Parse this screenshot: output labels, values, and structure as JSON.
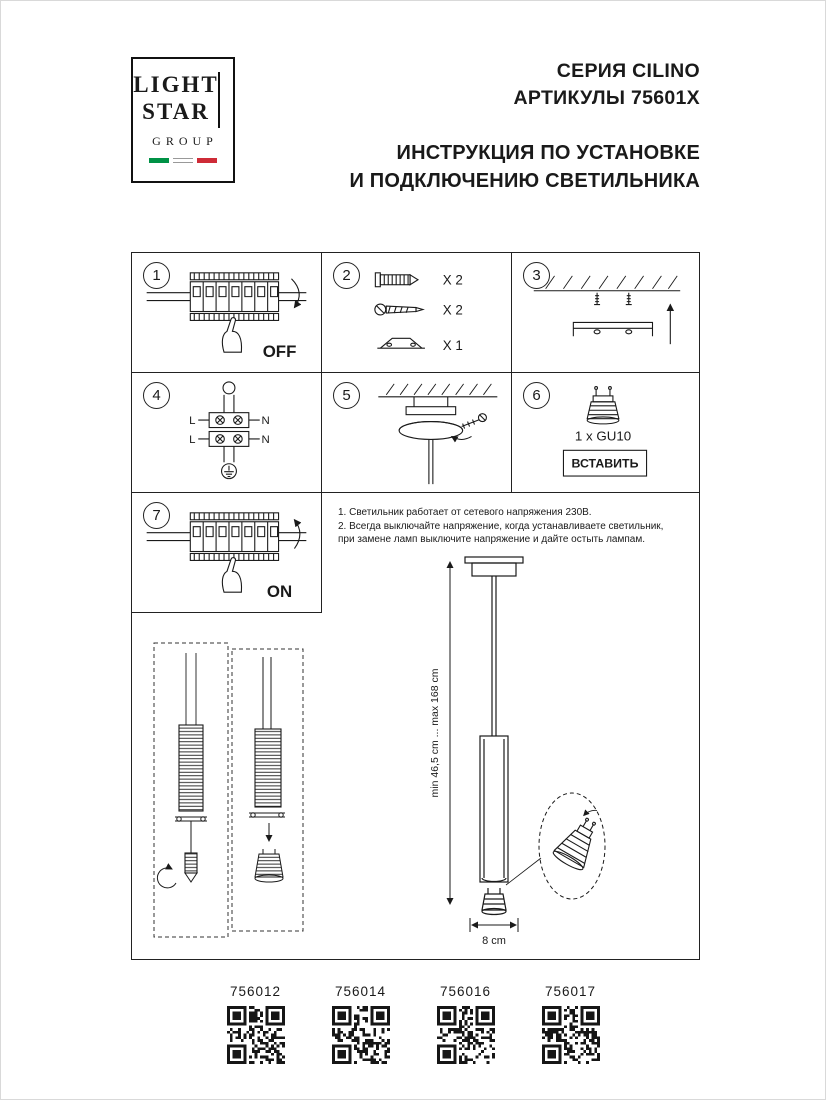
{
  "header": {
    "logo": {
      "line1": "LIGHT",
      "line2": "STAR",
      "line3": "GROUP"
    },
    "series": "СЕРИЯ CILINO",
    "articles": "АРТИКУЛЫ 75601X",
    "title_line1": "ИНСТРУКЦИЯ ПО УСТАНОВКЕ",
    "title_line2": "И ПОДКЛЮЧЕНИЮ СВЕТИЛЬНИКА"
  },
  "steps": {
    "s1": {
      "number": "1",
      "label": "OFF"
    },
    "s2": {
      "number": "2",
      "q1": "X 2",
      "q2": "X 2",
      "q3": "X 1"
    },
    "s3": {
      "number": "3"
    },
    "s4": {
      "number": "4",
      "l_top": "L",
      "n_top": "N",
      "l_bot": "L",
      "n_bot": "N"
    },
    "s5": {
      "number": "5"
    },
    "s6": {
      "number": "6",
      "lamp": "1 x GU10",
      "action": "ВСТАВИТЬ"
    },
    "s7": {
      "number": "7",
      "label": "ON"
    }
  },
  "notes": {
    "line1": "1. Светильник работает от сетевого напряжения 230В.",
    "line2": "2. Всегда выключайте напряжение, когда устанавливаете светильник,",
    "line3": "при замене ламп выключите напряжение и дайте остыть лампам."
  },
  "dimensions": {
    "height_range": "min 46,5 cm ... max 168 cm",
    "width": "8 cm"
  },
  "footer": {
    "articles": [
      {
        "code": "756012"
      },
      {
        "code": "756014"
      },
      {
        "code": "756016"
      },
      {
        "code": "756017"
      }
    ]
  },
  "colors": {
    "ink": "#1a1a1a",
    "flag_green": "#009246",
    "flag_red": "#ce2b37"
  }
}
